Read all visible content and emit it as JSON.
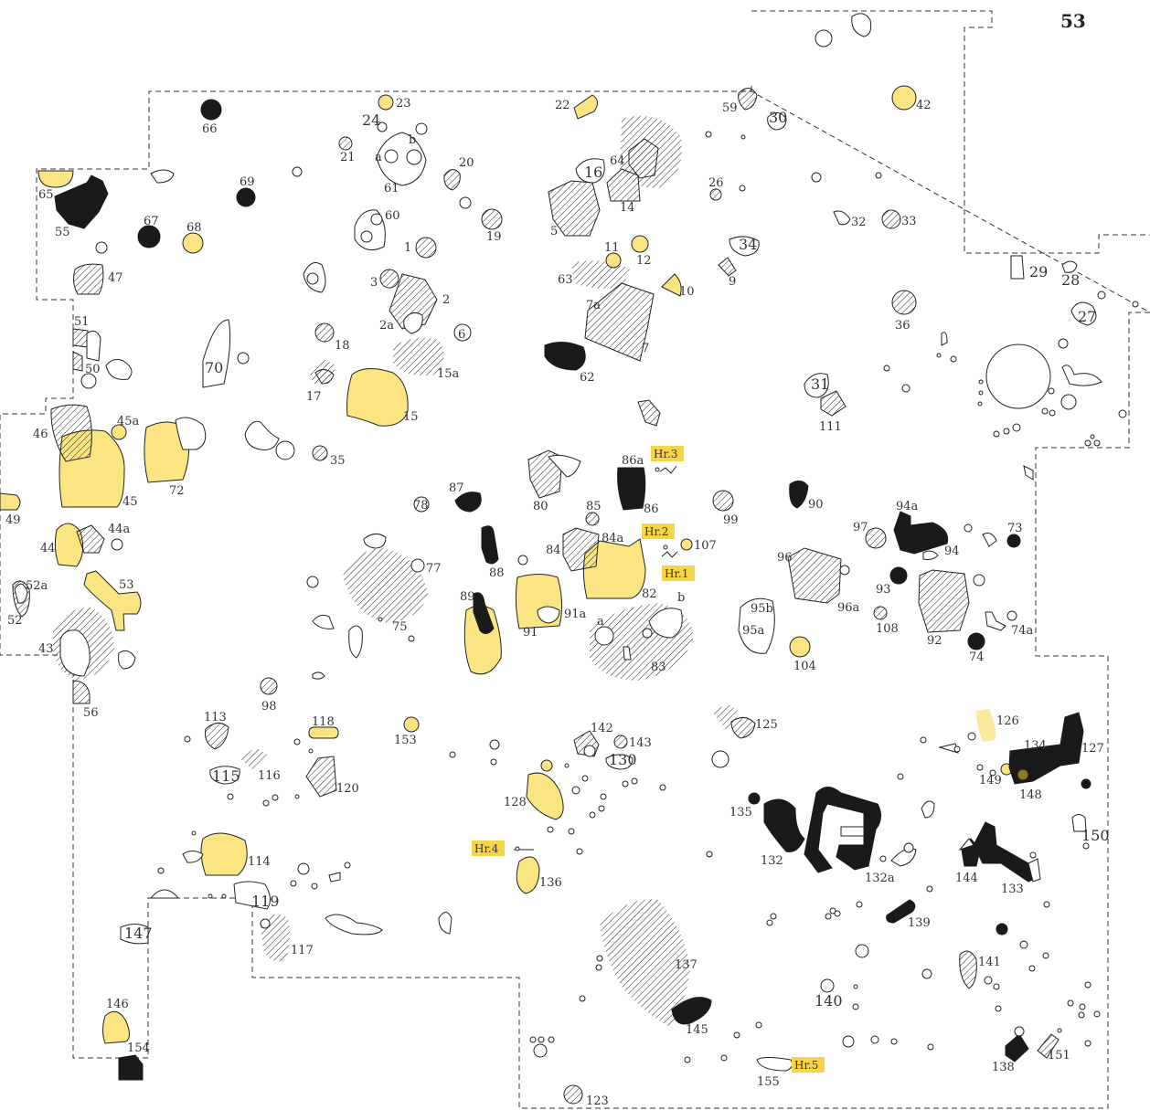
{
  "page_number": "53",
  "colors": {
    "yellow": "#fbe583",
    "black": "#1a1a1a",
    "hearth_label": "#f7d548",
    "stroke": "#222222"
  },
  "legend_hearths": [
    "Hr.1",
    "Hr.2",
    "Hr.3",
    "Hr.4",
    "Hr.5"
  ],
  "labels": {
    "l1": "1",
    "l2": "2",
    "l2a": "2a",
    "l3": "3",
    "l5": "5",
    "l6": "6",
    "l7": "7",
    "l7a": "7a",
    "l9": "9",
    "l10": "10",
    "l11": "11",
    "l12": "12",
    "l14": "14",
    "l15": "15",
    "l15a": "15a",
    "l16": "16",
    "l17": "17",
    "l18": "18",
    "l19": "19",
    "l20": "20",
    "l21": "21",
    "l22": "22",
    "l23": "23",
    "l24": "24",
    "l26": "26",
    "l27": "27",
    "l28": "28",
    "l29": "29",
    "l30": "30",
    "l31": "31",
    "l32": "32",
    "l33": "33",
    "l34": "34",
    "l35": "35",
    "l36": "36",
    "l42": "42",
    "l43": "43",
    "l44": "44",
    "l44a": "44a",
    "l45": "45",
    "l45a": "45a",
    "l46": "46",
    "l47": "47",
    "l49": "49",
    "l50": "50",
    "l51": "51",
    "l52": "52",
    "l52a": "52a",
    "l53": "53",
    "l55": "55",
    "l56": "56",
    "l59": "59",
    "l60": "60",
    "l61": "61",
    "l61a": "a",
    "l61b": "b",
    "l62": "62",
    "l63": "63",
    "l64": "64",
    "l65": "65",
    "l66": "66",
    "l67": "67",
    "l68": "68",
    "l69": "69",
    "l70": "70",
    "l72": "72",
    "l73": "73",
    "l74": "74",
    "l74a": "74a",
    "l75": "75",
    "l77": "77",
    "l78": "78",
    "l80": "80",
    "l82": "82",
    "l83": "83",
    "l83a": "a",
    "l83b": "b",
    "l84": "84",
    "l84a": "84a",
    "l85": "85",
    "l86": "86",
    "l86a": "86a",
    "l87": "87",
    "l88": "88",
    "l89": "89",
    "l90": "90",
    "l91": "91",
    "l91a": "91a",
    "l92": "92",
    "l93": "93",
    "l94": "94",
    "l94a": "94a",
    "l95a": "95a",
    "l95b": "95b",
    "l96": "96",
    "l96a": "96a",
    "l97": "97",
    "l98": "98",
    "l99": "99",
    "l104": "104",
    "l107": "107",
    "l108": "108",
    "l111": "111",
    "l113": "113",
    "l114": "114",
    "l115": "115",
    "l116": "116",
    "l117": "117",
    "l118": "118",
    "l119": "119",
    "l120": "120",
    "l123": "123",
    "l125": "125",
    "l126": "126",
    "l127": "127",
    "l128": "128",
    "l130": "130",
    "l132": "132",
    "l132a": "132a",
    "l133": "133",
    "l134": "134",
    "l135": "135",
    "l136": "136",
    "l137": "137",
    "l138": "138",
    "l139": "139",
    "l140": "140",
    "l141": "141",
    "l142": "142",
    "l143": "143",
    "l144": "144",
    "l145": "145",
    "l146": "146",
    "l147": "147",
    "l148": "148",
    "l149": "149",
    "l150": "150",
    "l151": "151",
    "l153": "153",
    "l154": "154",
    "l155": "155"
  }
}
